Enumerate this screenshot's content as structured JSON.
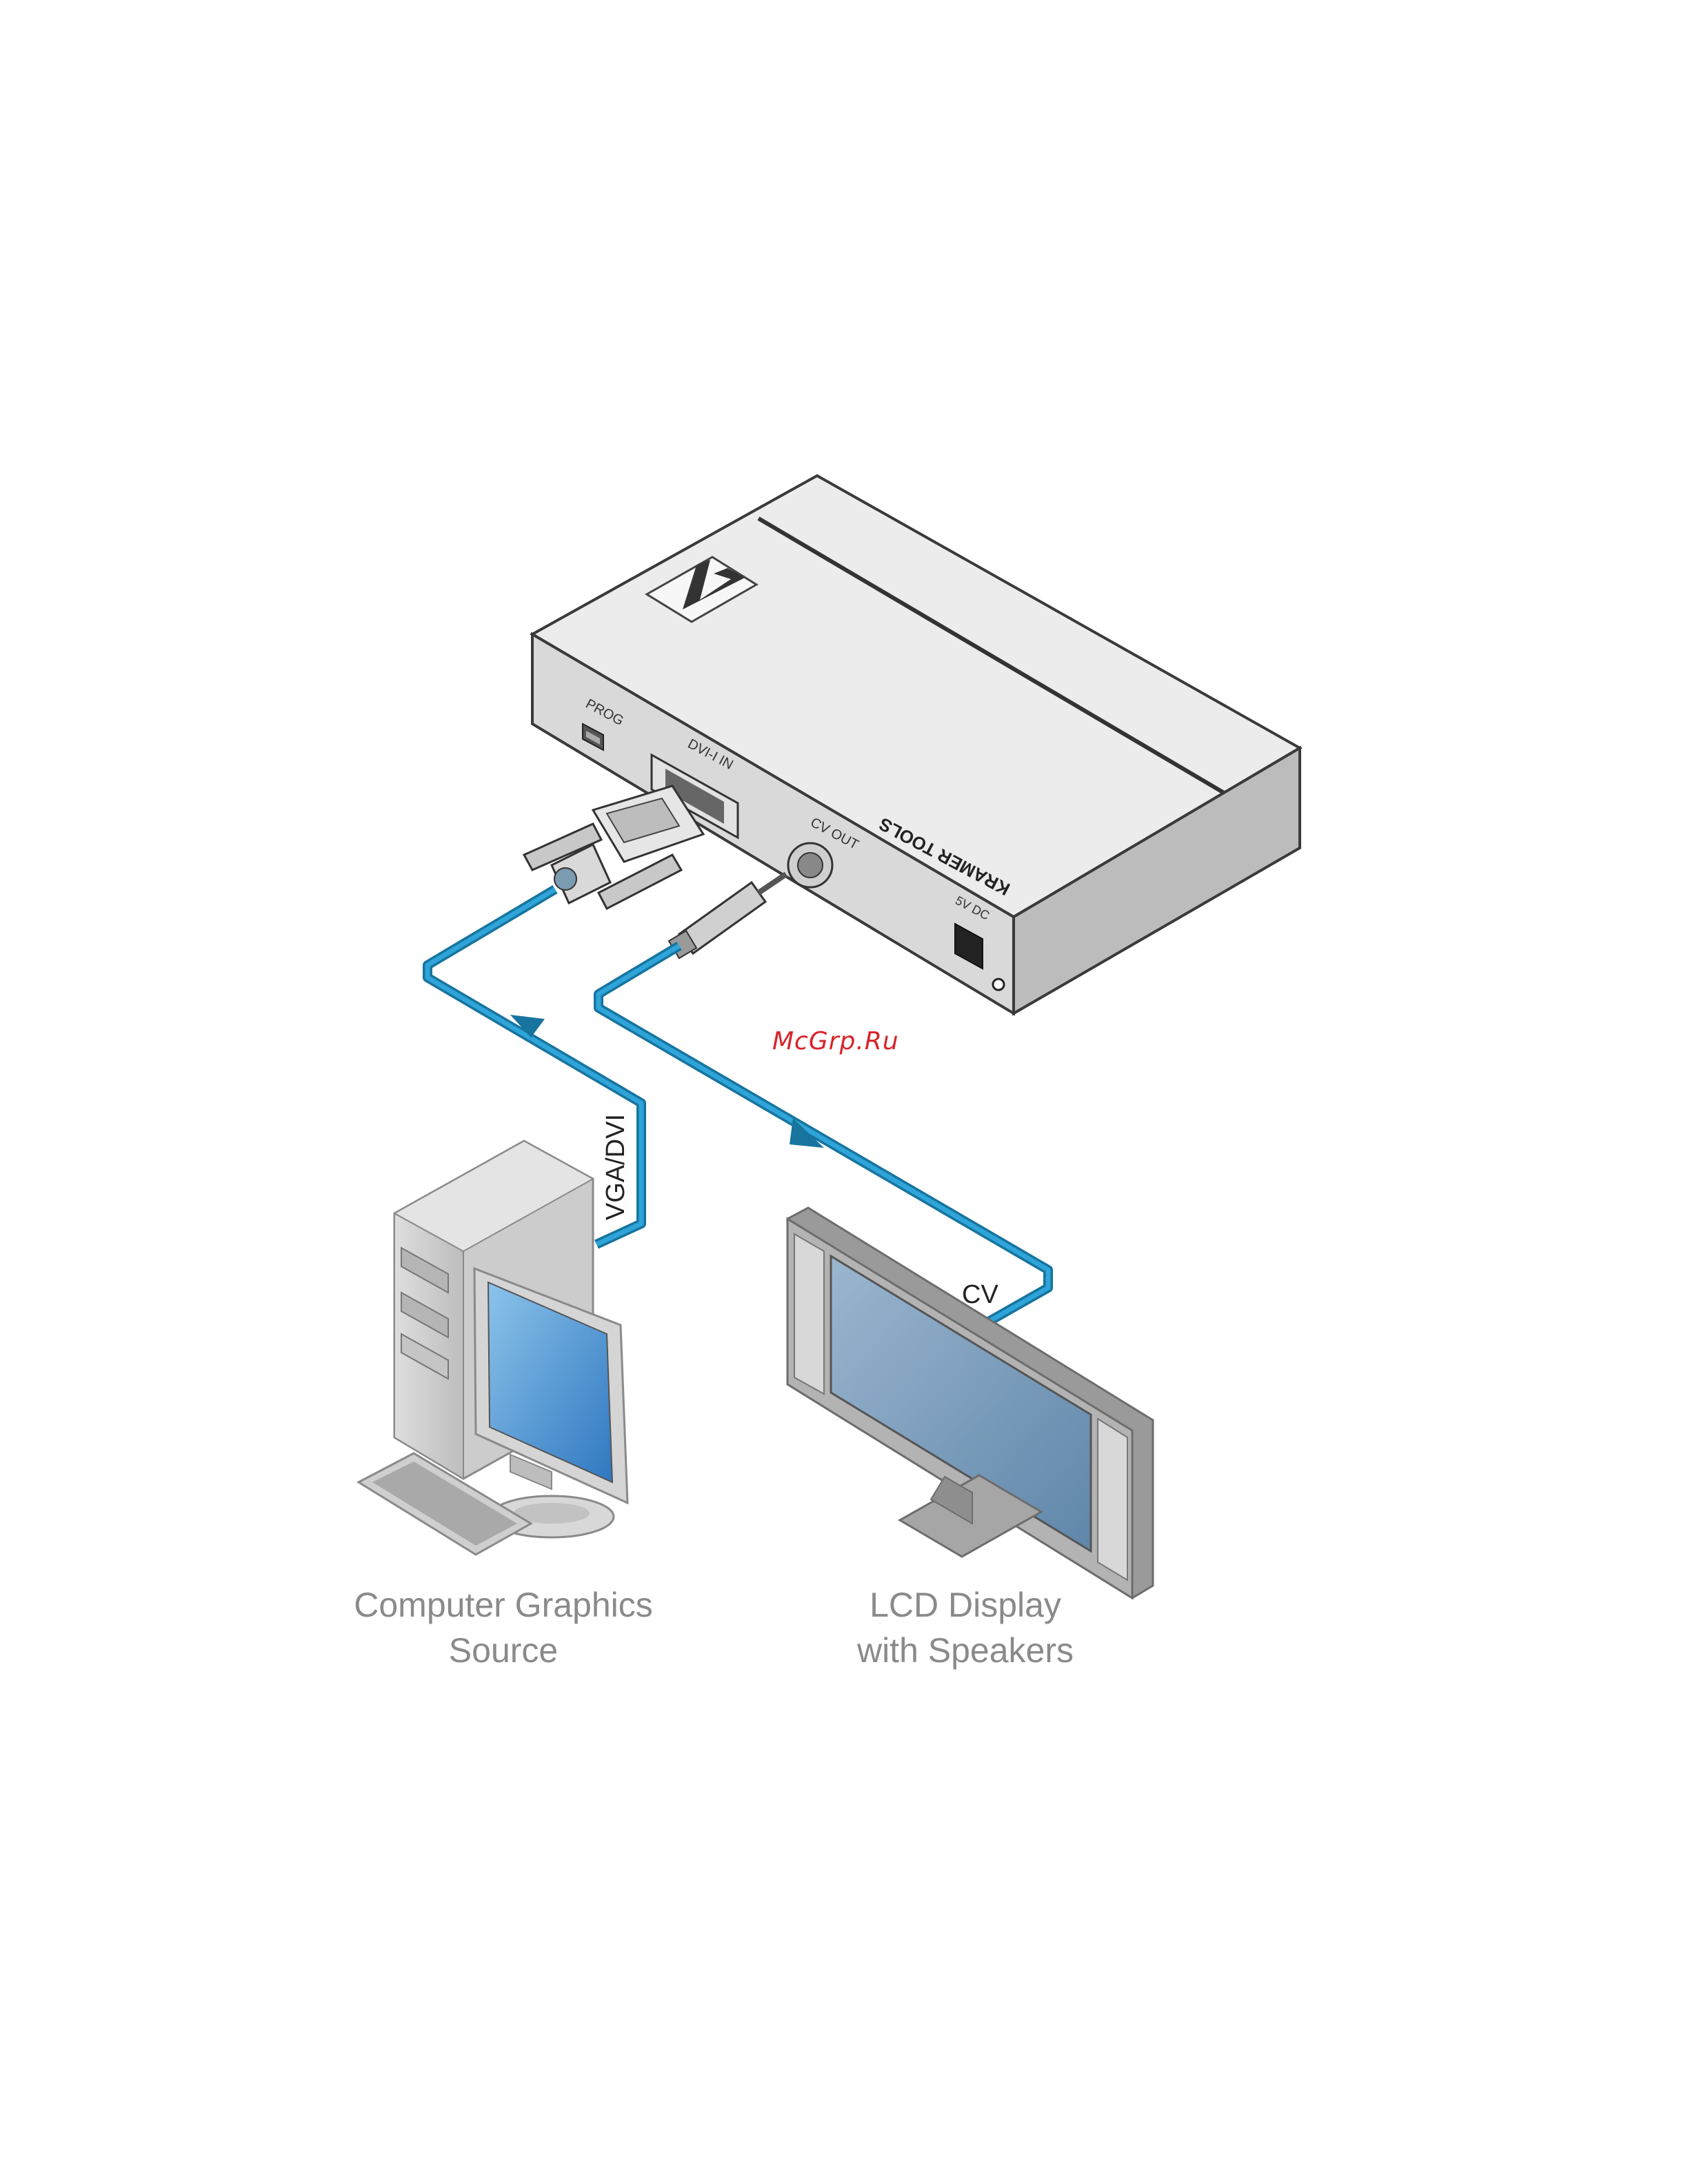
{
  "device": {
    "brand_text": "KRAMER TOOLS",
    "prog_label": "PROG",
    "dvi_in_label": "DVI-I IN",
    "cv_out_label": "CV OUT",
    "power_label": "5V DC",
    "logo": "kramer-logo"
  },
  "cables": {
    "vga_dvi_label": "VGA/DVI",
    "cv_label": "CV",
    "cable_color": "#1f8fc2",
    "cable_color_dark": "#16749f"
  },
  "captions": {
    "computer_line1": "Computer Graphics",
    "computer_line2": "Source",
    "lcd_line1": "LCD Display",
    "lcd_line2": "with Speakers"
  },
  "watermark": "McGrp.Ru",
  "colors": {
    "device_top": "#e9e9e9",
    "device_front": "#d6d6d6",
    "device_side": "#b9b9b9",
    "outline": "#3a3a3a",
    "screen_blue": "#4f8fcf"
  }
}
